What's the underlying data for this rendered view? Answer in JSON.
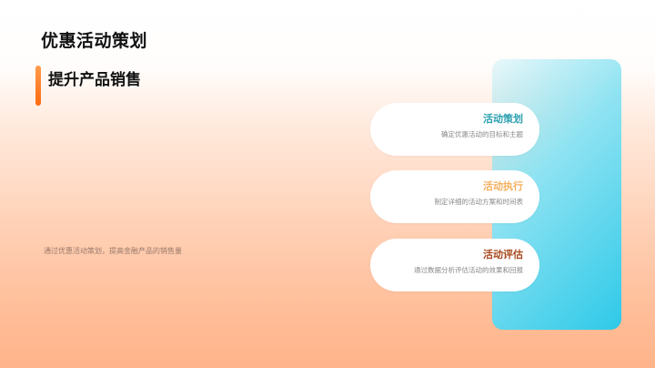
{
  "header": {
    "title": "优惠活动策划",
    "subtitle": "提升产品销售"
  },
  "description": "通过优惠活动策划，提高金融产品的销售量",
  "colors": {
    "accent_orange": "#ff7a1f",
    "frame_cyan": "#2ec9e8"
  },
  "steps": [
    {
      "title": "活动策划",
      "desc": "确定优惠活动的目标和主题",
      "color": "#2aa0b0"
    },
    {
      "title": "活动执行",
      "desc": "制定详细的活动方案和时间表",
      "color": "#f5b060"
    },
    {
      "title": "活动评估",
      "desc": "通过数据分析评估活动的效果和回报",
      "color": "#a8481c"
    }
  ]
}
